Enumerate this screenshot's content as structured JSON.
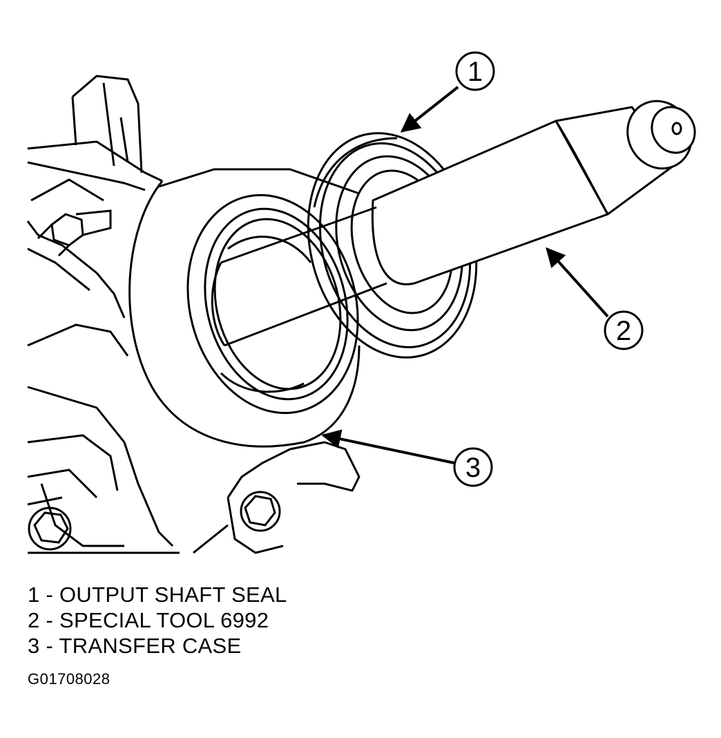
{
  "callouts": [
    {
      "number": "1",
      "target": "output-shaft-seal"
    },
    {
      "number": "2",
      "target": "special-tool"
    },
    {
      "number": "3",
      "target": "transfer-case"
    }
  ],
  "legend": {
    "items": [
      {
        "number": "1",
        "separator": "-",
        "label": "OUTPUT SHAFT SEAL"
      },
      {
        "number": "2",
        "separator": "-",
        "label": "SPECIAL TOOL 6992"
      },
      {
        "number": "3",
        "separator": "-",
        "label": "TRANSFER CASE"
      }
    ]
  },
  "figure_code": "G01708028"
}
